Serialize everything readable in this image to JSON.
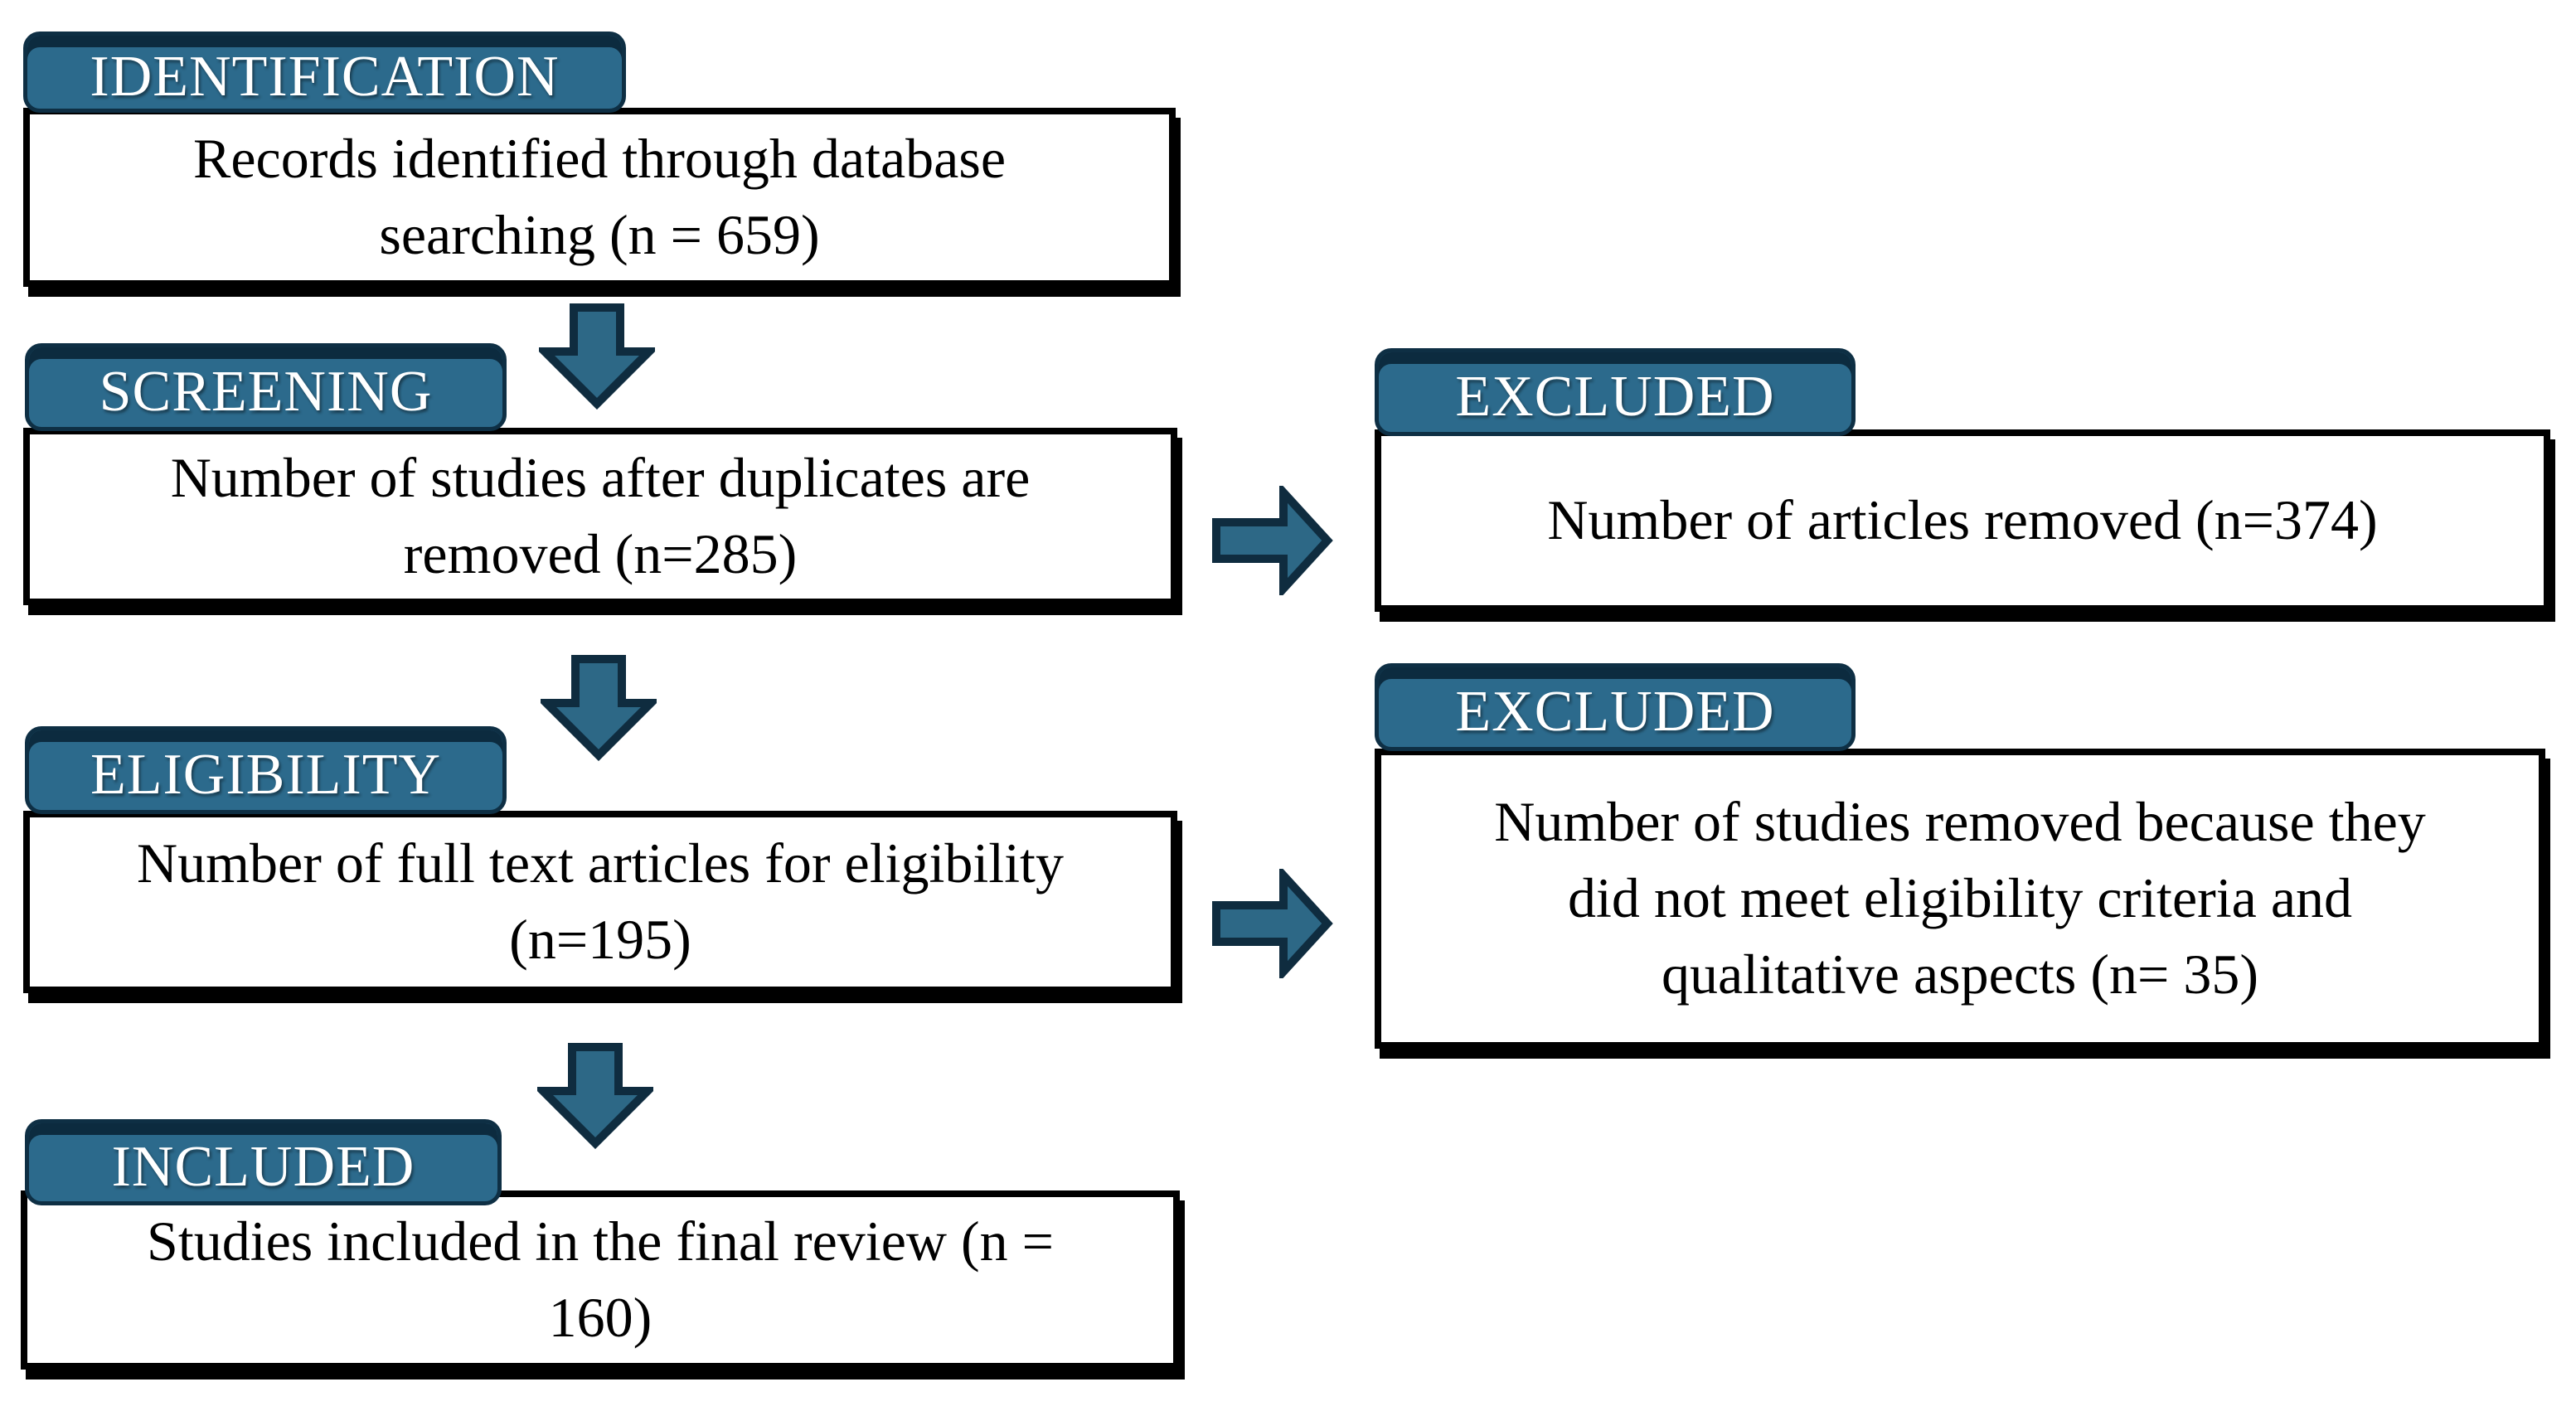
{
  "colors": {
    "background": "#FFFFFF",
    "tab_fill": "#2C6A8C",
    "tab_border": "#0E2F44",
    "tab_lip": "#0C2B3F",
    "tab_text": "#FFFFFF",
    "box_bg": "#FFFFFF",
    "box_border": "#000000",
    "box_text": "#000000",
    "arrow_fill": "#2D6886",
    "arrow_stroke": "#0F2C3F"
  },
  "diagram": {
    "stages": [
      {
        "label": "IDENTIFICATION",
        "text": "Records identified through database\nsearching (n = 659)"
      },
      {
        "label": "SCREENING",
        "text": "Number of studies after duplicates are\nremoved (n=285)"
      },
      {
        "label": "ELIGIBILITY",
        "text": "Number of full text articles for eligibility\n(n=195)"
      },
      {
        "label": "INCLUDED",
        "text": "Studies included in the final review (n =\n160)"
      }
    ],
    "exclusions": [
      {
        "label": "EXCLUDED",
        "text": "Number of articles removed (n=374)"
      },
      {
        "label": "EXCLUDED",
        "text": "Number of studies removed because they\ndid not meet eligibility criteria and\nqualitative aspects (n= 35)"
      }
    ]
  }
}
